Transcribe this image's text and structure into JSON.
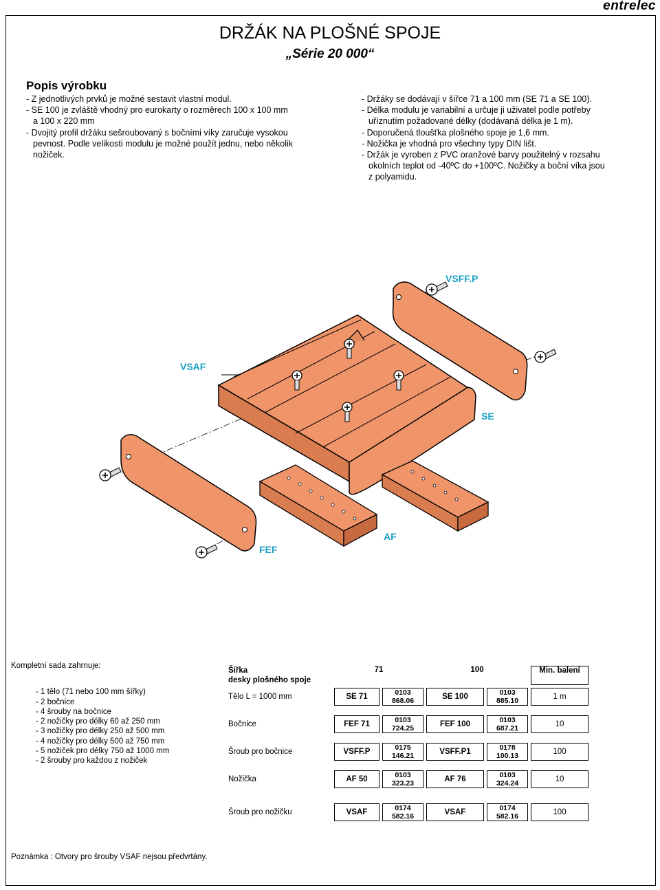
{
  "brand": "entrelec",
  "title": "DRŽÁK NA PLOŠNÉ SPOJE",
  "subtitle": "„Série 20 000“",
  "description": {
    "heading": "Popis výrobku",
    "left": [
      "- Z jednotlivých prvků je možné sestavit vlastní modul.",
      "- SE 100 je zvláště vhodný pro eurokarty o rozměrech 100 x 100 mm",
      "a 100 x 220 mm",
      "- Dvojitý profil držáku sešroubovaný s bočními víky zaručuje vysokou",
      "pevnost. Podle velikosti  modulu je možné použít jednu, nebo několik",
      "nožiček."
    ],
    "right": [
      "- Držáky se dodávají v šířce 71 a 100 mm (SE 71 a SE 100).",
      "- Délka modulu je variabilní a určuje ji uživatel podle potřeby",
      "uříznutím požadované délky (dodávaná délka je 1 m).",
      "- Doporučená tloušťka plošného spoje je 1,6 mm.",
      "- Nožička je vhodná pro všechny typy DIN lišt.",
      "- Držák je vyroben z PVC oranžové barvy použitelný v rozsahu",
      "okolních  teplot od -40ºC do +100ºC. Nožičky a boční víka jsou",
      "z polyamidu."
    ]
  },
  "diagram": {
    "labels": {
      "vsffp": "VSFF.P",
      "vsaf": "VSAF",
      "se": "SE",
      "af": "AF",
      "fef": "FEF"
    },
    "colors": {
      "part": "#f0956a",
      "part_dark": "#c86a40",
      "label": "#1a9fc5"
    }
  },
  "kit": {
    "heading": "Kompletní sada zahrnuje:",
    "items": [
      "1 tělo (71 nebo 100 mm šířky)",
      "2 bočnice",
      "4 šrouby na bočnice",
      "2 nožičky pro délky 60 až 250 mm",
      "3 nožičky pro délky 250 až 500 mm",
      "4 nožičky pro délky 500 až 750 mm",
      "5 nožiček pro délky 750 až 1000 mm",
      "2 šrouby pro každou z nožiček"
    ]
  },
  "table": {
    "header_label": "Šířka",
    "header_label2": "desky plošného spoje",
    "col71": "71",
    "col100": "100",
    "colmin": "Min. balení",
    "rows": [
      {
        "label": "Tělo L = 1000 mm",
        "a": "SE 71",
        "an": "0103 868.06",
        "b": "SE 100",
        "bn": "0103 885.10",
        "min": "1 m"
      },
      {
        "label": "Bočnice",
        "a": "FEF 71",
        "an": "0103 724.25",
        "b": "FEF 100",
        "bn": "0103 687.21",
        "min": "10"
      },
      {
        "label": "Šroub pro bočnice",
        "a": "VSFF.P",
        "an": "0175 146.21",
        "b": "VSFF.P1",
        "bn": "0178 100.13",
        "min": "100"
      },
      {
        "label": "Nožička",
        "a": "AF 50",
        "an": "0103 323.23",
        "b": "AF 76",
        "bn": "0103 324.24",
        "min": "10"
      },
      {
        "label": "Šroub pro nožičku",
        "a": "VSAF",
        "an": "0174 582.16",
        "b": "VSAF",
        "bn": "0174 582.16",
        "min": "100"
      }
    ]
  },
  "note": "Poznámka : Otvory pro šrouby VSAF nejsou předvrtány."
}
